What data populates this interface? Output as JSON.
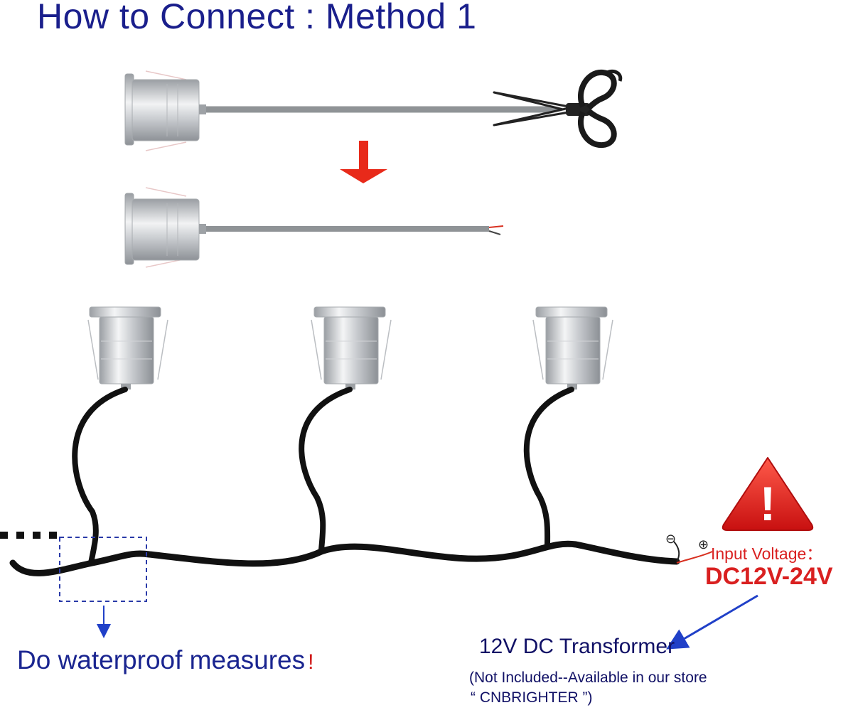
{
  "title": "How to Connect : Method 1",
  "waterproof": {
    "text": "Do waterproof measures",
    "exclamation": "!"
  },
  "power": {
    "label": "Input Voltage：",
    "value": "DC12V-24V",
    "minus_symbol": "⊖",
    "plus_symbol": "⊕"
  },
  "transformer": {
    "title": "12V DC Transformer",
    "note_line1": "(Not Included--Available in our store",
    "note_line2": "“ CNBRIGHTER ”)"
  },
  "warning_symbol": "!",
  "icons": [
    "scissors-icon",
    "down-arrow-icon",
    "warning-triangle-icon",
    "pointer-arrow-icon"
  ],
  "colors": {
    "title_blue": "#1a1f8c",
    "warning_red": "#e02020",
    "arrow_red": "#e82a1a",
    "pointer_blue": "#2040c8",
    "cable_black": "#111111"
  }
}
